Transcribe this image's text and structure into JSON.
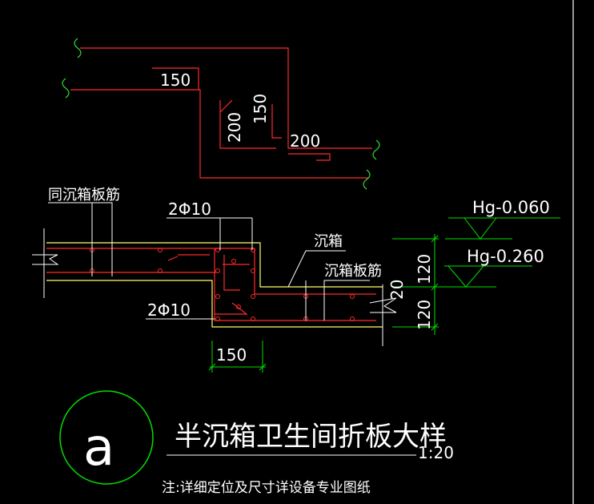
{
  "colors": {
    "background": "#000000",
    "rebar": "#ff2a2a",
    "concrete": "#ffff66",
    "dimension": "#00e000",
    "text": "#ffffff",
    "frame": "#ffffff"
  },
  "upper_detail": {
    "dim_a": "150",
    "dim_b": "150",
    "dim_c": "200",
    "dim_d": "200"
  },
  "section": {
    "label_left_rebar": "同沉箱板筋",
    "label_top_bar": "2Φ10",
    "label_bottom_bar": "2Φ10",
    "label_sink": "沉箱",
    "label_sink_rebar": "沉箱板筋",
    "dim_width": "150",
    "dim_height_1": "120",
    "dim_height_2": "120",
    "dim_offset": "20",
    "level_top": "Hg-0.060",
    "level_bottom": "Hg-0.260"
  },
  "title_block": {
    "index_letter": "a",
    "title": "半沉箱卫生间折板大样",
    "scale": "1:20",
    "note": "注:详细定位及尺寸详设备专业图纸"
  }
}
